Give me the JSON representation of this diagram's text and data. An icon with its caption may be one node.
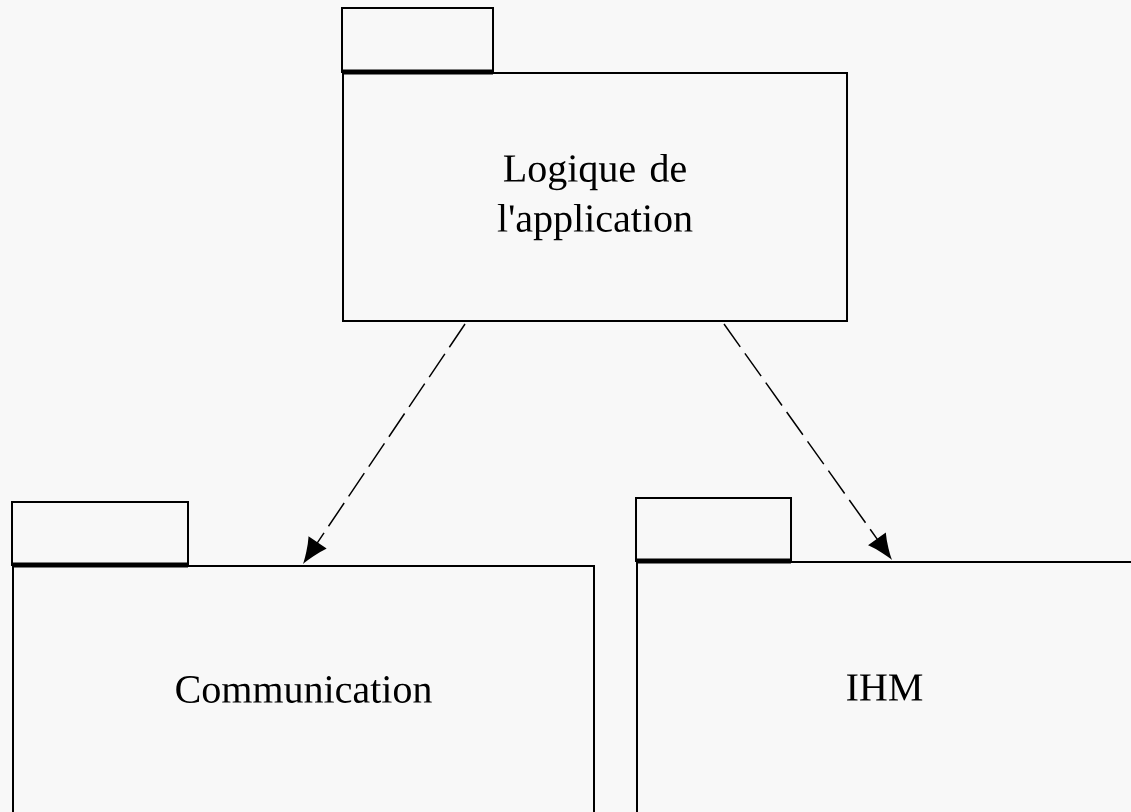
{
  "diagram": {
    "nodes": [
      {
        "text": [
          "Logique de l'application"
        ]
      },
      {
        "text": [
          "Communication"
        ]
      },
      {
        "text": [
          "IHM"
        ]
      }
    ],
    "edges": [
      {
        "from": 0,
        "to": 1,
        "arrow": "to",
        "style": "dashed"
      },
      {
        "from": 0,
        "to": 2,
        "arrow": "to",
        "style": "dashed"
      }
    ]
  }
}
